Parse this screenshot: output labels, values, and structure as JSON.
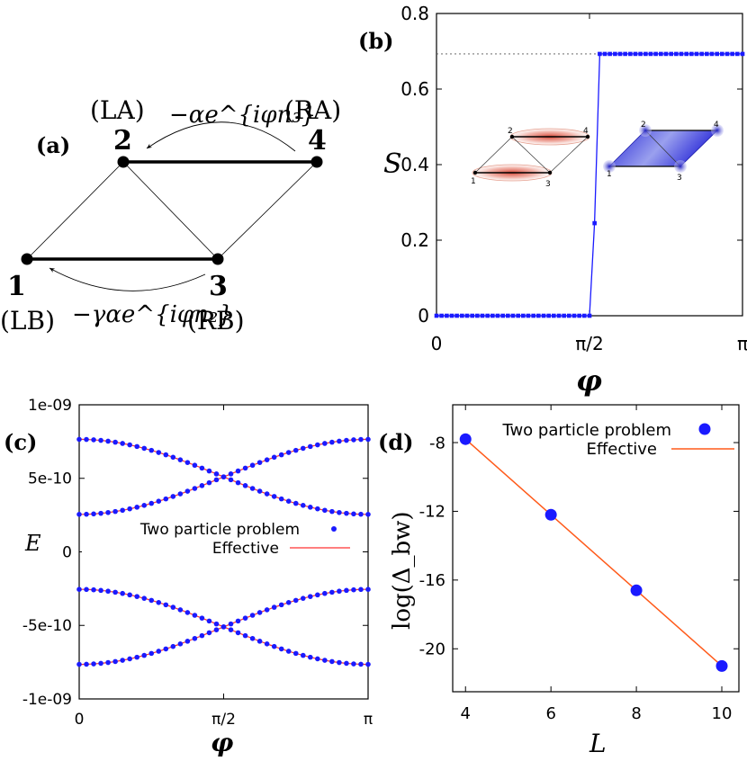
{
  "panel_a": {
    "label": "(a)",
    "sites": [
      {
        "number": "1",
        "name": "(LB)"
      },
      {
        "number": "2",
        "name": "(LA)"
      },
      {
        "number": "3",
        "name": "(RB)"
      },
      {
        "number": "4",
        "name": "(RA)"
      }
    ],
    "top_hop_label": "−αe^{iφn₃}",
    "bottom_hop_label": "−γαe^{iφn₂}"
  },
  "panel_b": {
    "label": "(b)",
    "inset_left_sites": [
      "1",
      "2",
      "3",
      "4"
    ],
    "inset_right_sites": [
      "1",
      "2",
      "3",
      "4"
    ]
  },
  "panel_c": {
    "label": "(c)",
    "legend": [
      "Two particle problem",
      "Effective"
    ]
  },
  "panel_d": {
    "label": "(d)",
    "legend": [
      "Two particle problem",
      "Effective"
    ]
  },
  "chart_data": [
    {
      "panel": "b",
      "type": "line",
      "xlabel": "φ",
      "ylabel": "S",
      "xlim": [
        0,
        3.14159
      ],
      "ylim": [
        0,
        0.8
      ],
      "xticks": [
        {
          "value": 0,
          "label": "0"
        },
        {
          "value": 1.5708,
          "label": "π/2"
        },
        {
          "value": 3.14159,
          "label": "π"
        }
      ],
      "yticks": [
        {
          "value": 0,
          "label": "0"
        },
        {
          "value": 0.2,
          "label": "0.2"
        },
        {
          "value": 0.4,
          "label": "0.4"
        },
        {
          "value": 0.6,
          "label": "0.6"
        },
        {
          "value": 0.8,
          "label": "0.8"
        }
      ],
      "reference_line": {
        "y": 0.693,
        "style": "dotted"
      },
      "series": [
        {
          "color": "#1a1aff",
          "x": [
            0,
            0.052,
            0.105,
            0.157,
            0.209,
            0.262,
            0.314,
            0.367,
            0.419,
            0.471,
            0.524,
            0.576,
            0.628,
            0.681,
            0.733,
            0.785,
            0.838,
            0.89,
            0.942,
            0.995,
            1.047,
            1.1,
            1.152,
            1.204,
            1.257,
            1.309,
            1.361,
            1.414,
            1.466,
            1.518,
            1.571,
            1.623,
            1.676,
            1.728,
            1.78,
            1.833,
            1.885,
            1.937,
            1.99,
            2.042,
            2.094,
            2.147,
            2.199,
            2.251,
            2.304,
            2.356,
            2.409,
            2.461,
            2.513,
            2.566,
            2.618,
            2.67,
            2.723,
            2.775,
            2.827,
            2.88,
            2.932,
            2.985,
            3.037,
            3.089,
            3.142
          ],
          "y": [
            0,
            0,
            0,
            0,
            0,
            0,
            0,
            0,
            0,
            0,
            0,
            0,
            0,
            0,
            0,
            0,
            0,
            0,
            0,
            0,
            0,
            0,
            0,
            0,
            0,
            0,
            0,
            0,
            0,
            0,
            0,
            0.245,
            0.693,
            0.693,
            0.693,
            0.693,
            0.693,
            0.693,
            0.693,
            0.693,
            0.693,
            0.693,
            0.693,
            0.693,
            0.693,
            0.693,
            0.693,
            0.693,
            0.693,
            0.693,
            0.693,
            0.693,
            0.693,
            0.693,
            0.693,
            0.693,
            0.693,
            0.693,
            0.693,
            0.693,
            0.693
          ]
        }
      ]
    },
    {
      "panel": "c",
      "type": "scatter",
      "xlabel": "φ",
      "ylabel": "E",
      "xlim": [
        0,
        3.14159
      ],
      "ylim": [
        -1e-09,
        1e-09
      ],
      "xticks": [
        {
          "value": 0,
          "label": "0"
        },
        {
          "value": 1.5708,
          "label": "π/2"
        },
        {
          "value": 3.14159,
          "label": "π"
        }
      ],
      "yticks": [
        {
          "value": 1e-09,
          "label": "1e-09"
        },
        {
          "value": 5e-10,
          "label": "5e-10"
        },
        {
          "value": 0,
          "label": "0"
        },
        {
          "value": -5e-10,
          "label": "-5e-10"
        },
        {
          "value": -1e-09,
          "label": "-1e-09"
        }
      ],
      "bands": {
        "center": 5.1e-10,
        "amplitude": 2.55e-10,
        "note": "E = ±(c ± a·cos φ)"
      },
      "phi_points": 40,
      "series": [
        {
          "name": "Two particle problem",
          "style": "points",
          "color": "#1a1aff"
        },
        {
          "name": "Effective",
          "style": "line",
          "color": "#ff3333"
        }
      ]
    },
    {
      "panel": "d",
      "type": "scatter",
      "xlabel": "L",
      "ylabel": "log(Δ_bw)",
      "xlim": [
        3.7,
        10.4
      ],
      "ylim": [
        -22.5,
        -5.8
      ],
      "xticks": [
        {
          "value": 4,
          "label": "4"
        },
        {
          "value": 6,
          "label": "6"
        },
        {
          "value": 8,
          "label": "8"
        },
        {
          "value": 10,
          "label": "10"
        }
      ],
      "yticks": [
        {
          "value": -8,
          "label": "-8"
        },
        {
          "value": -12,
          "label": "-12"
        },
        {
          "value": -16,
          "label": "-16"
        },
        {
          "value": -20,
          "label": "-20"
        }
      ],
      "series": [
        {
          "name": "Two particle problem",
          "style": "points",
          "color": "#1a1aff",
          "x": [
            4,
            6,
            8,
            10
          ],
          "y": [
            -7.8,
            -12.2,
            -16.6,
            -21.0
          ]
        },
        {
          "name": "Effective",
          "style": "line",
          "color": "#ff5a1a",
          "x": [
            4,
            10
          ],
          "y": [
            -7.8,
            -21.0
          ]
        }
      ]
    }
  ]
}
